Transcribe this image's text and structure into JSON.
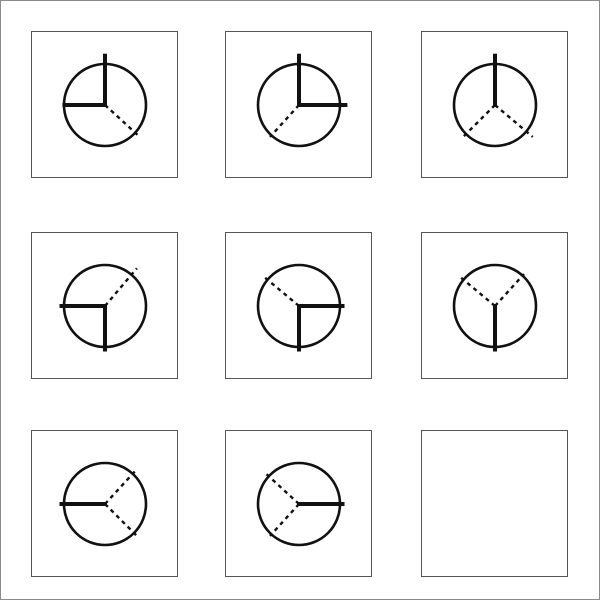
{
  "puzzle": {
    "grid_rows": 3,
    "grid_cols": 3,
    "line_color": "#111111",
    "cells": [
      {
        "circle": true,
        "solid_arms": [
          [
            -0.7,
            0.0
          ],
          [
            0.0,
            -0.85
          ]
        ],
        "dashed_arms": [
          [
            0.6,
            0.55
          ]
        ]
      },
      {
        "circle": true,
        "solid_arms": [
          [
            0.0,
            -0.85
          ],
          [
            0.8,
            0.0
          ]
        ],
        "dashed_arms": [
          [
            -0.5,
            0.55
          ]
        ]
      },
      {
        "circle": true,
        "solid_arms": [
          [
            0.0,
            -0.85
          ]
        ],
        "dashed_arms": [
          [
            -0.55,
            0.55
          ],
          [
            0.65,
            0.55
          ]
        ]
      },
      {
        "circle": true,
        "solid_arms": [
          [
            -0.75,
            0.0
          ],
          [
            0.0,
            0.75
          ]
        ],
        "dashed_arms": [
          [
            0.55,
            -0.65
          ]
        ]
      },
      {
        "circle": true,
        "solid_arms": [
          [
            0.0,
            0.75
          ],
          [
            0.75,
            0.0
          ]
        ],
        "dashed_arms": [
          [
            -0.6,
            -0.5
          ]
        ]
      },
      {
        "circle": true,
        "solid_arms": [
          [
            0.0,
            0.75
          ]
        ],
        "dashed_arms": [
          [
            -0.6,
            -0.5
          ],
          [
            0.5,
            -0.55
          ]
        ]
      },
      {
        "circle": true,
        "solid_arms": [
          [
            -0.75,
            0.0
          ]
        ],
        "dashed_arms": [
          [
            0.55,
            -0.6
          ],
          [
            0.55,
            0.55
          ]
        ]
      },
      {
        "circle": true,
        "solid_arms": [
          [
            0.75,
            0.0
          ]
        ],
        "dashed_arms": [
          [
            -0.6,
            -0.55
          ],
          [
            -0.5,
            0.55
          ]
        ]
      },
      {
        "circle": false,
        "solid_arms": [],
        "dashed_arms": []
      }
    ]
  }
}
